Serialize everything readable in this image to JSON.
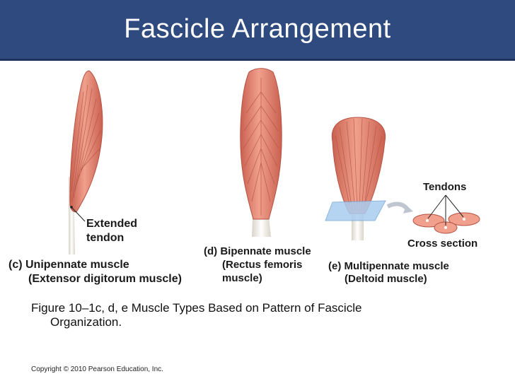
{
  "slide": {
    "title": "Fascicle Arrangement"
  },
  "figure": {
    "unipennate": {
      "tendon_label_1": "Extended",
      "tendon_label_2": "tendon",
      "name": "(c) Unipennate muscle",
      "example": "(Extensor digitorum muscle)"
    },
    "bipennate": {
      "name": "(d) Bipennate muscle",
      "example_1": "(Rectus femoris",
      "example_2": "muscle)"
    },
    "multipennate": {
      "tendons_label": "Tendons",
      "cross_section_label": "Cross section",
      "name": "(e) Multipennate muscle",
      "example": "(Deltoid muscle)"
    }
  },
  "caption": {
    "line1": "Figure 10–1c, d, e Muscle Types Based on Pattern of Fascicle",
    "line2": "Organization."
  },
  "footer": {
    "copyright": "Copyright © 2010 Pearson Education, Inc."
  },
  "colors": {
    "header": "#2e4a7e",
    "muscle": "#e8907e",
    "muscle_dark": "#c85f52",
    "tendon": "#f3efe6",
    "plane": "#a9cdf0"
  }
}
